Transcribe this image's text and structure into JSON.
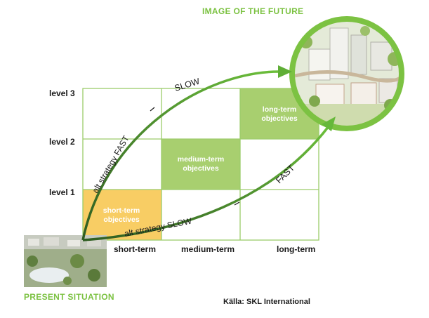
{
  "title_future": "IMAGE OF THE FUTURE",
  "title_present": "PRESENT SITUATION",
  "source": "Källa: SKL International",
  "y_levels": [
    "level 3",
    "level 2",
    "level 1"
  ],
  "x_terms": [
    "short-term",
    "medium-term",
    "long-term"
  ],
  "cells": {
    "short": "short-term objectives",
    "medium": "medium-term objectives",
    "long": "long-term objectives"
  },
  "arrows": {
    "upper_top": "SLOW",
    "upper_left": "alt strategy FAST",
    "lower_right": "FAST",
    "lower_bottom": "alt strategy SLOW"
  },
  "colors": {
    "accent_green": "#7cc242",
    "grid_line": "#9ccc6a",
    "cell_green": "#a8cf6f",
    "cell_yellow": "#f8cd64",
    "arrow_dark": "#3f6e2b"
  }
}
